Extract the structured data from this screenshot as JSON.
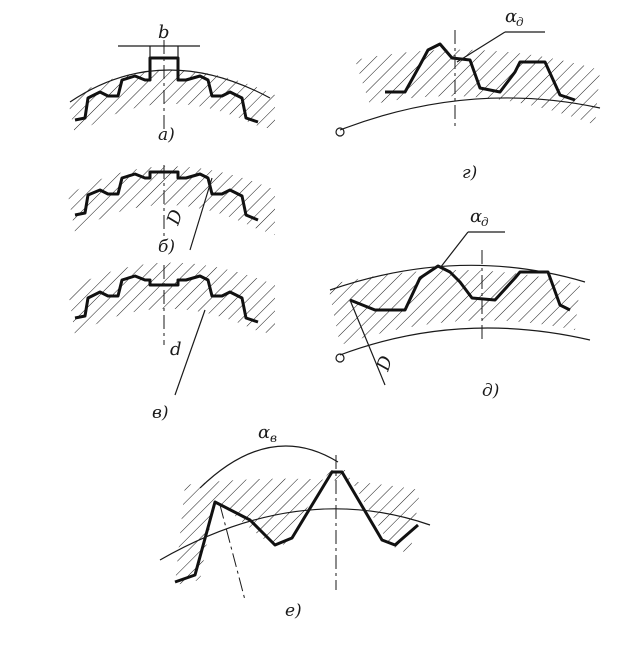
{
  "labels": {
    "a": "а)",
    "b": "б)",
    "v": "в)",
    "g": "г)",
    "d": "д)",
    "e": "е)"
  },
  "dimensions": {
    "width_symbol": "b",
    "diameter_D_b": "D",
    "diameter_d": "d",
    "diameter_D_d": "D"
  },
  "angles": {
    "alpha_g": "α",
    "alpha_g_sub": "д",
    "alpha_d": "α",
    "alpha_d_sub": "д",
    "alpha_e": "α",
    "alpha_e_sub": "в"
  },
  "colors": {
    "ink": "#111111",
    "paper": "#ffffff"
  }
}
